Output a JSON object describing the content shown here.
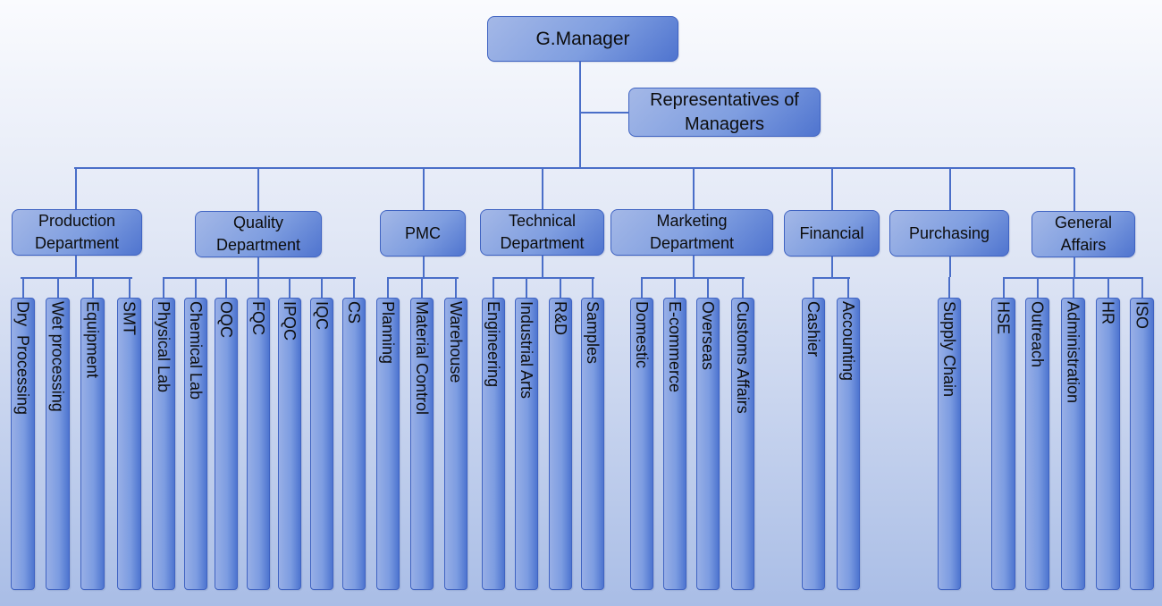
{
  "top": {
    "label": "G.Manager"
  },
  "representative": {
    "label": "Representatives of\nManagers"
  },
  "departments": [
    {
      "id": "production",
      "label": "Production\nDepartment",
      "units": [
        "Dry  Processing",
        "Wet processing",
        "Equipment",
        "SMT"
      ]
    },
    {
      "id": "quality",
      "label": "Quality\nDepartment",
      "units": [
        "Physical Lab",
        "Chemical Lab",
        "OQC",
        "FQC",
        "IPQC",
        "IQC",
        "CS"
      ]
    },
    {
      "id": "pmc",
      "label": "PMC",
      "units": [
        "Planning",
        "Material Control",
        "Warehouse"
      ]
    },
    {
      "id": "technical",
      "label": "Technical\nDepartment",
      "units": [
        "Engineering",
        "Industrial Arts",
        "R&D",
        "Samples"
      ]
    },
    {
      "id": "marketing",
      "label": "Marketing\nDepartment",
      "units": [
        "Domestic",
        "E-commerce",
        "Overseas",
        "Customs Affairs"
      ]
    },
    {
      "id": "financial",
      "label": "Financial",
      "units": [
        "Cashier",
        "Accounting"
      ]
    },
    {
      "id": "purchasing",
      "label": "Purchasing",
      "units": [
        "Supply Chain"
      ]
    },
    {
      "id": "general",
      "label": "General\nAffairs",
      "units": [
        "HSE",
        "Outreach",
        "Administration",
        "HR",
        "ISO"
      ]
    }
  ]
}
